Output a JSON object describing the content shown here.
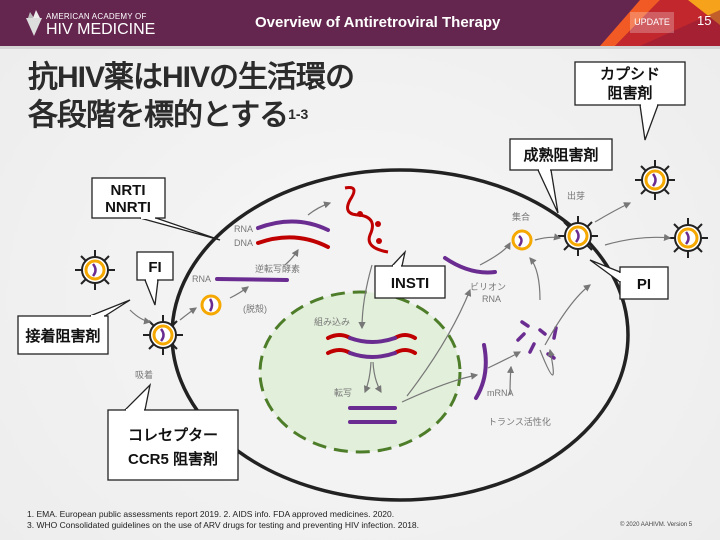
{
  "header": {
    "logo_line1": "AMERICAN ACADEMY OF",
    "logo_line2": "HIV MEDICINE",
    "title": "Overview of Antiretroviral Therapy",
    "update_badge": "UPDATE",
    "page_number": "15"
  },
  "slide": {
    "title_line1": "抗HIV薬はHIVの生活環の",
    "title_line2": "各段階を標的とする",
    "title_superscript": "1-3"
  },
  "diagram": {
    "callouts": {
      "nrti": "NRTI",
      "nnrti": "NNRTI",
      "fi": "FI",
      "attachment_inhibitor": "接着阻害剤",
      "coreceptor_line1": "コレセプター",
      "coreceptor_line2": "CCR5 阻害剤",
      "insti": "INSTI",
      "maturation_inhibitor": "成熟阻害剤",
      "capsid_line1": "カプシド",
      "capsid_line2": "阻害剤",
      "pi": "PI"
    },
    "labels": {
      "rna_top": "RNA",
      "dna": "DNA",
      "reverse_transcriptase": "逆転写酵素",
      "rna_left": "RNA",
      "uncoating": "(脱殻)",
      "integration": "組み込み",
      "transcription": "転写",
      "mrna": "mRNA",
      "transactivation": "トランス活性化",
      "virion_rna_1": "ビリオン",
      "virion_rna_2": "RNA",
      "assembly": "集合",
      "budding": "出芽",
      "adsorption": "吸着"
    },
    "colors": {
      "purple": "#6a2c91",
      "red": "#c00000",
      "orange": "#f5a800",
      "green": "#4e7d2a"
    }
  },
  "footer": {
    "ref1": "1. EMA. European public assessments report 2019. 2. AIDS info. FDA approved medicines. 2020.",
    "ref2": "3. WHO Consolidated guidelines on the use of ARV drugs for testing and preventing HIV infection. 2018.",
    "copyright": "© 2020 AAHIVM. Version 5"
  }
}
